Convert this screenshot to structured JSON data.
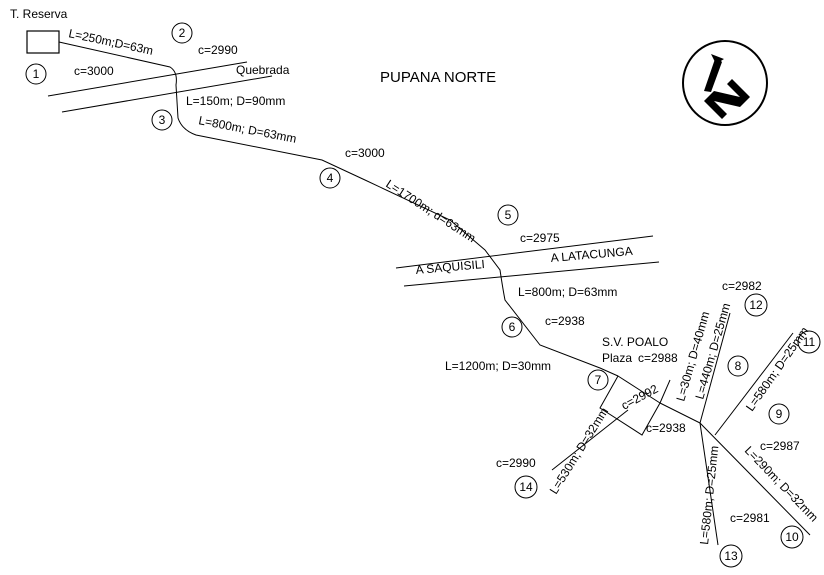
{
  "title": "PUPANA NORTE",
  "tank_label": "T. Reserva",
  "plaza_label": "S.V. POALO",
  "plaza_sub": "Plaza",
  "roads": {
    "quebrada": "Quebrada",
    "a_saquisili": "A SAQUISILI",
    "a_latacunga": "A LATACUNGA"
  },
  "nodes": [
    "1",
    "2",
    "3",
    "4",
    "5",
    "6",
    "7",
    "8",
    "9",
    "10",
    "11",
    "12",
    "13",
    "14"
  ],
  "pipes": [
    "L=250m;D=63m",
    "L=150m; D=90mm",
    "L=800m; D=63mm",
    "L=1700m; d=63mm",
    "L=800m; D=63mm",
    "L=1200m; D=30mm",
    "L=30m; D=40mm",
    "L=440m; D=25mm",
    "L=580m; D=25mm",
    "L=290m; D=32mm",
    "L=580m; D=25mm",
    "L=530m; D=32mm"
  ],
  "elevations": {
    "c2990_top": "c=2990",
    "c3000_left": "c=3000",
    "c3000_mid": "c=3000",
    "c2975": "c=2975",
    "c2938_a": "c=2938",
    "c2988": "c=2988",
    "c2992": "c=2992",
    "c2938_b": "c=2938",
    "c2982": "c=2982",
    "c2987": "c=2987",
    "c2981": "c=2981",
    "c2990_low": "c=2990"
  },
  "icons": {
    "north_arrow": "north-arrow-icon"
  }
}
